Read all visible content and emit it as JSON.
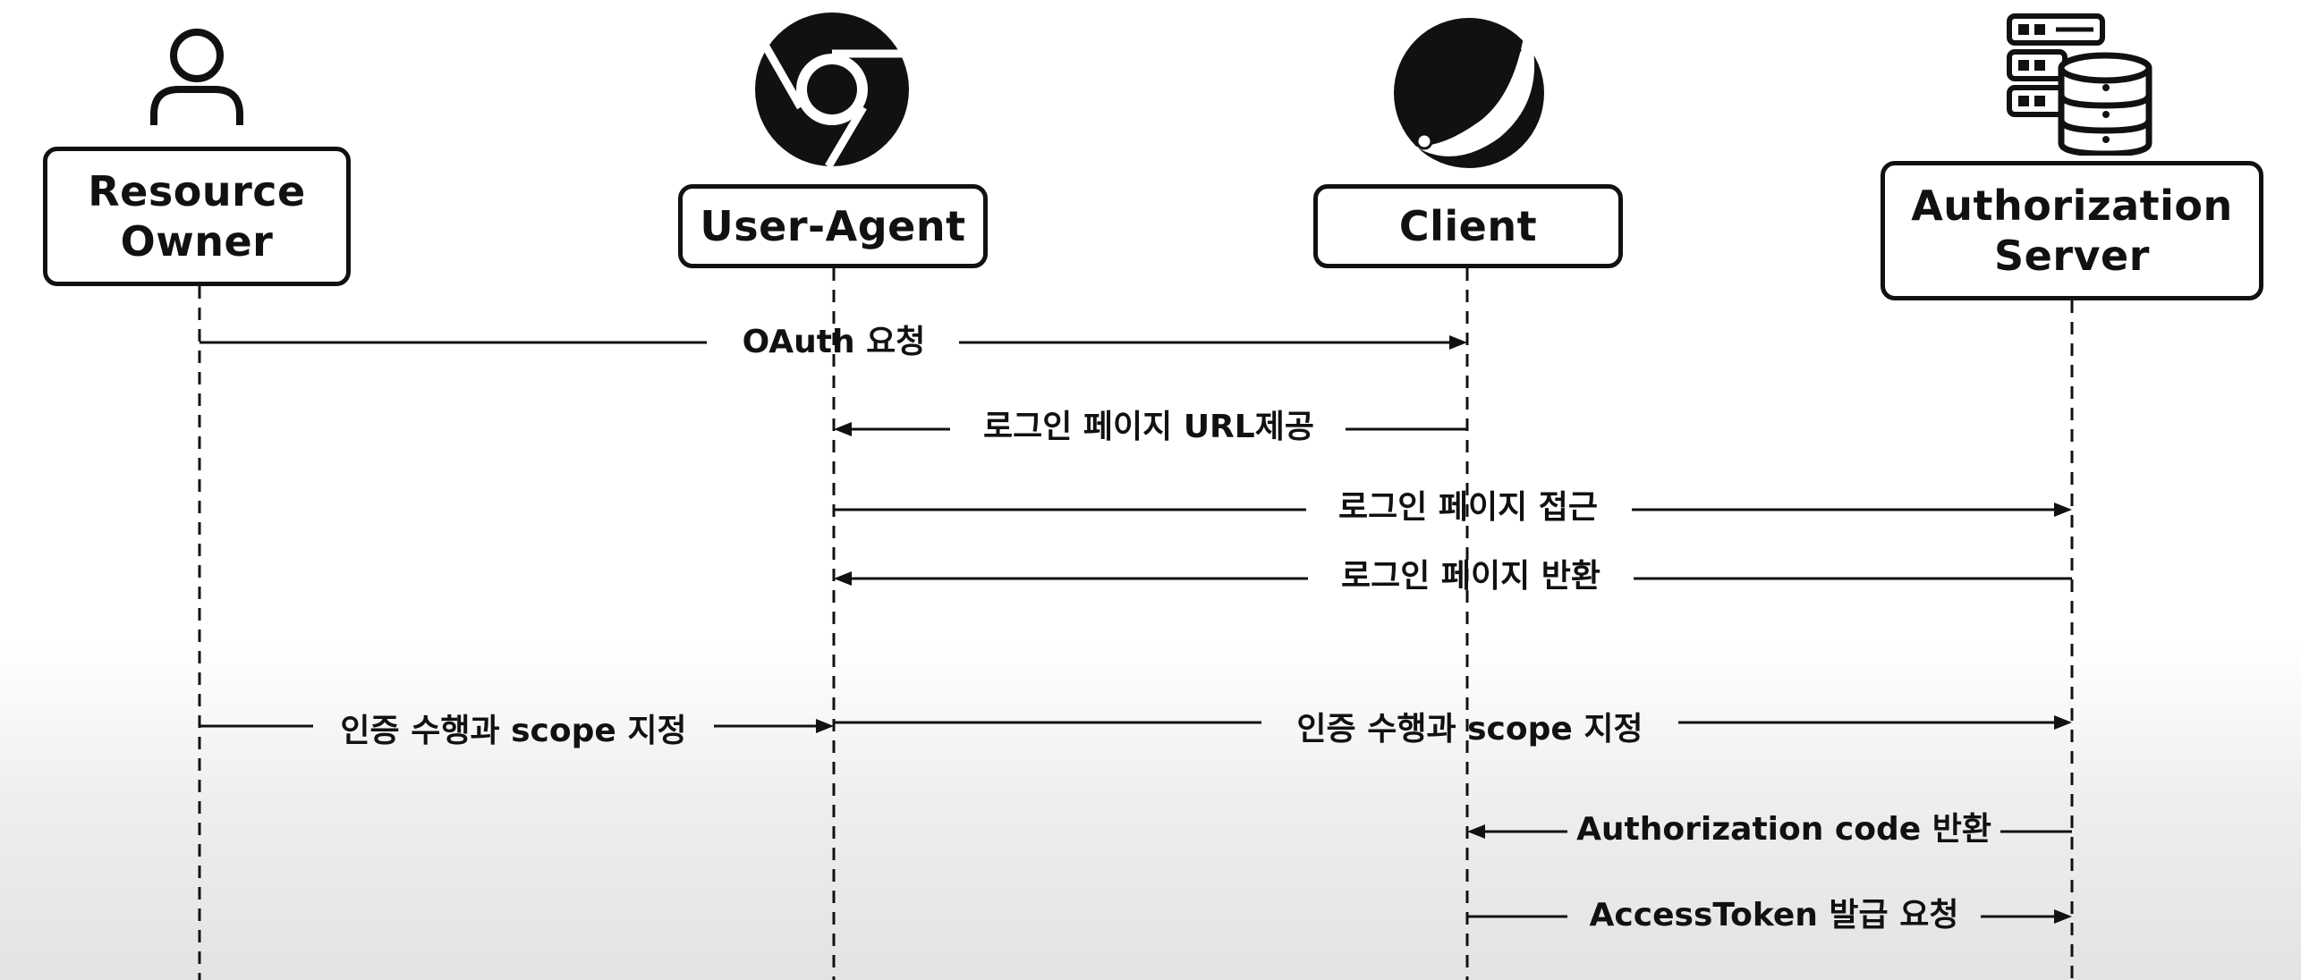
{
  "actors": [
    {
      "id": "resource-owner",
      "lines": [
        "Resource",
        "Owner"
      ],
      "icon": "person-icon"
    },
    {
      "id": "user-agent",
      "lines": [
        "User-Agent"
      ],
      "icon": "browser-icon"
    },
    {
      "id": "client",
      "lines": [
        "Client"
      ],
      "icon": "spring-leaf-icon"
    },
    {
      "id": "authorization-server",
      "lines": [
        "Authorization",
        "Server"
      ],
      "icon": "server-database-icon"
    }
  ],
  "messages": [
    {
      "label": "OAuth 요청",
      "from": "resource-owner",
      "to": "client"
    },
    {
      "label": "로그인 페이지 URL제공",
      "from": "client",
      "to": "user-agent"
    },
    {
      "label": "로그인 페이지 접근",
      "from": "user-agent",
      "to": "authorization-server"
    },
    {
      "label": "로그인 페이지 반환",
      "from": "authorization-server",
      "to": "user-agent"
    },
    {
      "label": "인증 수행과 scope 지정",
      "from": "resource-owner",
      "to": "user-agent"
    },
    {
      "label": "인증 수행과 scope 지정",
      "from": "user-agent",
      "to": "authorization-server"
    },
    {
      "label": "Authorization code 반환",
      "from": "authorization-server",
      "to": "client"
    },
    {
      "label": "AccessToken 발급 요청",
      "from": "client",
      "to": "authorization-server"
    }
  ],
  "colors": {
    "line": "#111111",
    "box_fill": "#ffffff"
  }
}
